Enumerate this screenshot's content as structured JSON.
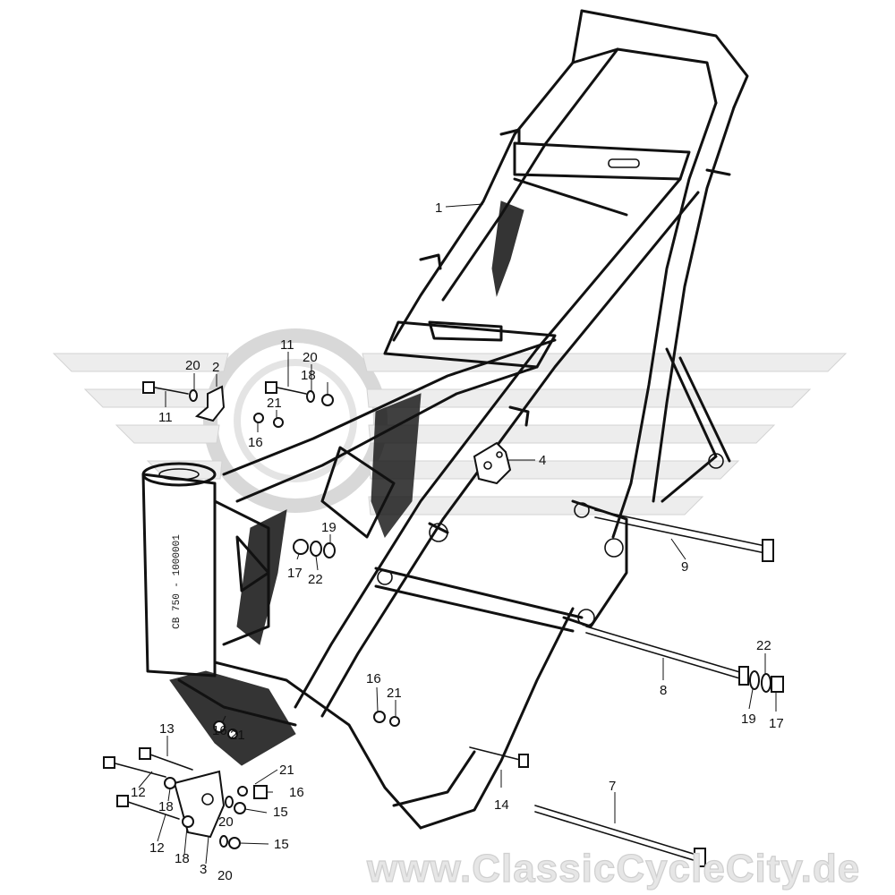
{
  "watermark": {
    "text": "www.ClassicCycleCity.de",
    "color": "#d9d9d9"
  },
  "callouts": [
    {
      "id": "c1",
      "text": "1"
    },
    {
      "id": "c2",
      "text": "2"
    },
    {
      "id": "c3",
      "text": "3"
    },
    {
      "id": "c4",
      "text": "4"
    },
    {
      "id": "c7",
      "text": "7"
    },
    {
      "id": "c8",
      "text": "8"
    },
    {
      "id": "c9",
      "text": "9"
    },
    {
      "id": "c11a",
      "text": "11"
    },
    {
      "id": "c11b",
      "text": "11"
    },
    {
      "id": "c11c",
      "text": "11"
    },
    {
      "id": "c12a",
      "text": "12"
    },
    {
      "id": "c12b",
      "text": "12"
    },
    {
      "id": "c13",
      "text": "13"
    },
    {
      "id": "c14",
      "text": "14"
    },
    {
      "id": "c15a",
      "text": "15"
    },
    {
      "id": "c15b",
      "text": "15"
    },
    {
      "id": "c16a",
      "text": "16"
    },
    {
      "id": "c16b",
      "text": "16"
    },
    {
      "id": "c16c",
      "text": "16"
    },
    {
      "id": "c16d",
      "text": "16"
    },
    {
      "id": "c17a",
      "text": "17"
    },
    {
      "id": "c17b",
      "text": "17"
    },
    {
      "id": "c18a",
      "text": "18"
    },
    {
      "id": "c18b",
      "text": "18"
    },
    {
      "id": "c18c",
      "text": "18"
    },
    {
      "id": "c19a",
      "text": "19"
    },
    {
      "id": "c19b",
      "text": "19"
    },
    {
      "id": "c20a",
      "text": "20"
    },
    {
      "id": "c20b",
      "text": "20"
    },
    {
      "id": "c20c",
      "text": "20"
    },
    {
      "id": "c20d",
      "text": "20"
    },
    {
      "id": "c21a",
      "text": "21"
    },
    {
      "id": "c21b",
      "text": "21"
    },
    {
      "id": "c21c",
      "text": "21"
    },
    {
      "id": "c21d",
      "text": "21"
    },
    {
      "id": "c21e",
      "text": "21"
    },
    {
      "id": "c22a",
      "text": "22"
    },
    {
      "id": "c22b",
      "text": "22"
    }
  ]
}
